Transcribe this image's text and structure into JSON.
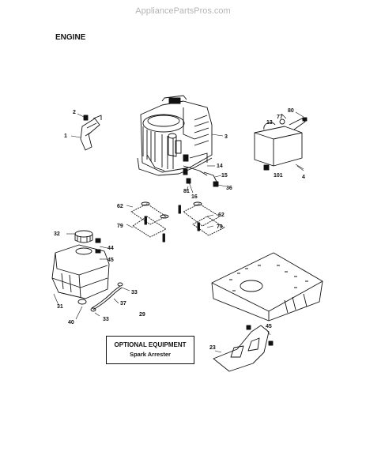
{
  "watermark": "AppliancePartsPros.com",
  "title": "ENGINE",
  "optional_box": {
    "line1": "OPTIONAL EQUIPMENT",
    "line2": "Spark Arrester"
  },
  "labels": {
    "p1": "1",
    "p2": "2",
    "p3": "3",
    "p4": "4",
    "p13": "13",
    "p14": "14",
    "p15": "15",
    "p16": "16",
    "p23": "23",
    "p29": "29",
    "p31": "31",
    "p32": "32",
    "p33a": "33",
    "p33b": "33",
    "p36": "36",
    "p37": "37",
    "p40": "40",
    "p44": "44",
    "p45a": "45",
    "p45b": "45",
    "p62a": "62",
    "p62b": "62",
    "p77": "77",
    "p79a": "79",
    "p79b": "79",
    "p80": "80",
    "p81": "81",
    "p101": "101"
  }
}
